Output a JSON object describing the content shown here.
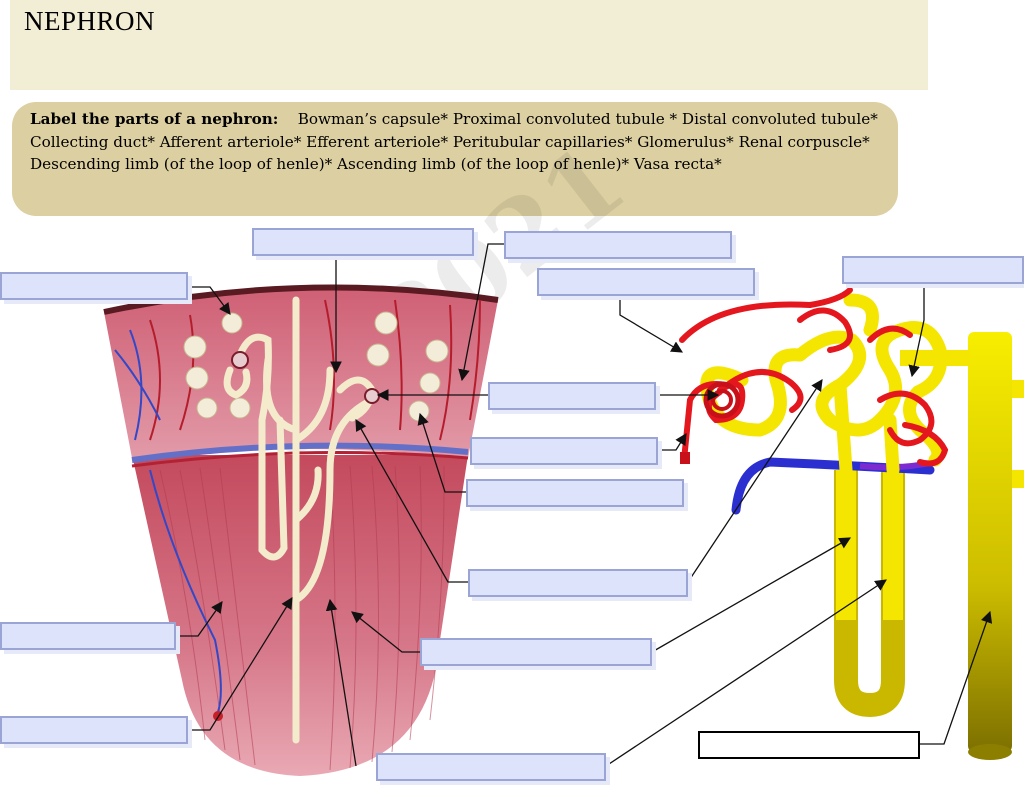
{
  "page": {
    "title": "NEPHRON"
  },
  "instructions": {
    "lead": "Label the parts of a nephron:",
    "body": "Bowman’s capsule* Proximal convoluted tubule * Distal convoluted tubule* Collecting duct* Afferent arteriole* Efferent arteriole* Peritubular capillaries* Glomerulus* Renal corpuscle* Descending limb (of the loop of henle)* Ascending limb (of the loop of henle)* Vasa recta*"
  },
  "watermark": "os 2021",
  "label_boxes": {
    "count": 14,
    "values": [
      "",
      "",
      "",
      "",
      "",
      "",
      "",
      "",
      "",
      "",
      "",
      "",
      "",
      ""
    ]
  },
  "colors": {
    "header_band": "#f2edd5",
    "instructions_bg": "#dccfa1",
    "label_fill": "#dce3fb",
    "label_border": "#9aa5d6",
    "tubule_yellow": "#f4e600",
    "artery_red": "#e3171d",
    "vein_blue": "#2244cc",
    "tissue_pink": "#d76a7e"
  }
}
